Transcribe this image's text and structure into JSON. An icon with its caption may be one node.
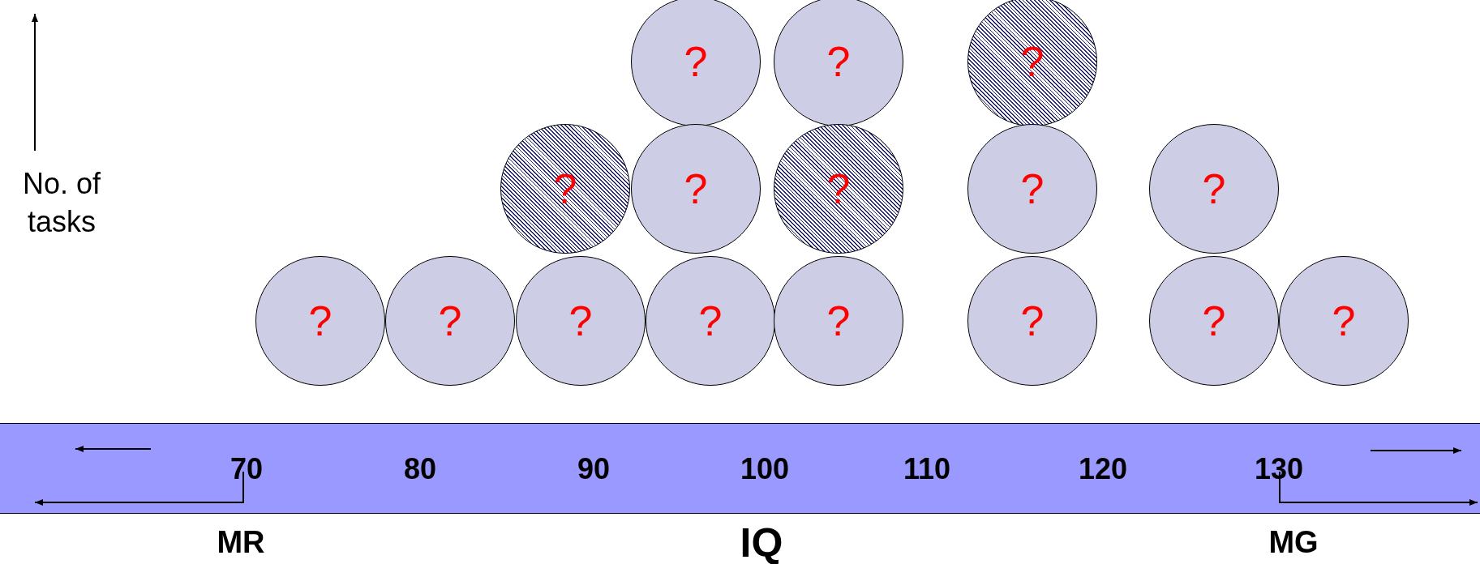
{
  "diagram": {
    "nodes": [
      {
        "text": [
          "?"
        ]
      },
      {
        "text": [
          "?"
        ]
      },
      {
        "text": [
          "?"
        ]
      },
      {
        "text": [
          "?"
        ]
      },
      {
        "text": [
          "?"
        ]
      },
      {
        "text": [
          "?"
        ]
      },
      {
        "text": [
          "?"
        ]
      },
      {
        "text": [
          "?"
        ]
      },
      {
        "text": [
          "?"
        ]
      },
      {
        "text": [
          "?"
        ]
      },
      {
        "text": [
          "?"
        ]
      },
      {
        "text": [
          "?"
        ]
      },
      {
        "text": [
          "?"
        ]
      },
      {
        "text": [
          "?"
        ]
      },
      {
        "text": [
          "?"
        ]
      },
      {
        "text": [
          "?"
        ]
      }
    ],
    "labels": [
      "No. of tasks",
      "70",
      "80",
      "90",
      "100",
      "110",
      "120",
      "130",
      "MR",
      "IQ",
      "MG"
    ]
  }
}
